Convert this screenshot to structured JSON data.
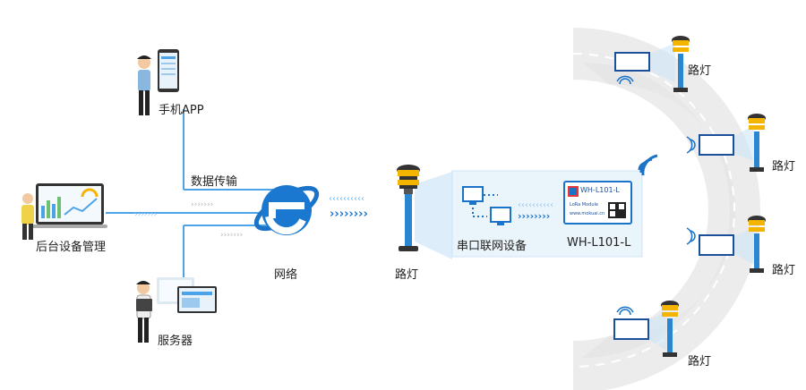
{
  "labels": {
    "mobile_app": "手机APP",
    "backend": "后台设备管理",
    "server": "服务器",
    "data_transfer": "数据传输",
    "network": "网络",
    "street_light": "路灯",
    "serial_device": "串口联网设备",
    "module_name": "WH-L101-L"
  },
  "module_chip": {
    "title": "WH-L101-L",
    "subtitle": "LoRa Module",
    "site": "www.mokuai.cn"
  },
  "colors": {
    "accent_blue": "#1a73c9",
    "light_blue": "#4da3e8",
    "panel_bg": "#eaf4fb",
    "pole": "#2a86d1",
    "lamp_yellow": "#f4b400",
    "ring": "#e4e4e4"
  }
}
